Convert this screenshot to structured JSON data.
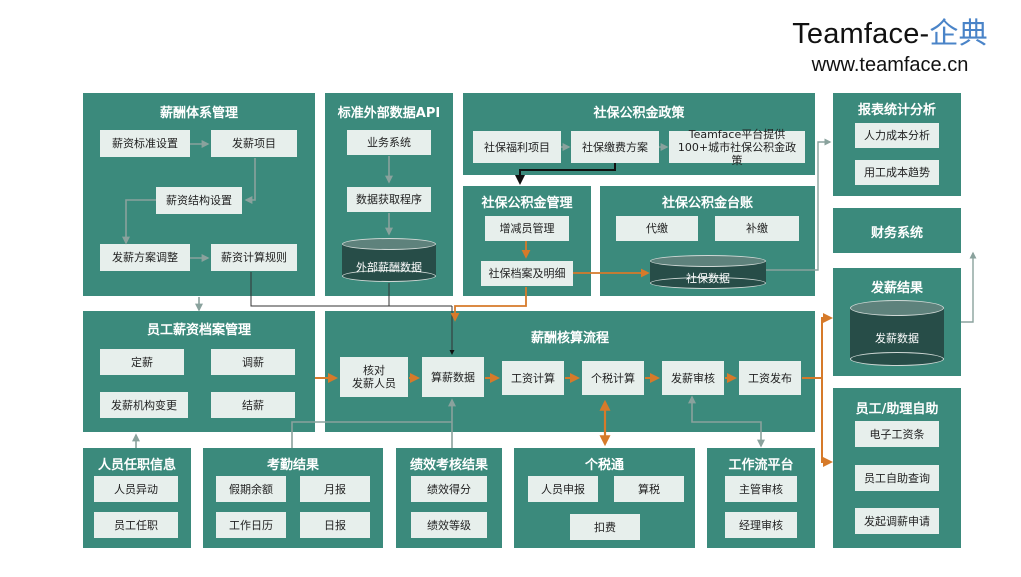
{
  "brand": {
    "title": "Teamface-",
    "title_accent": "企典",
    "url": "www.teamface.cn"
  },
  "salary_system": {
    "title": "薪酬体系管理",
    "standard": "薪资标准设置",
    "items": "发薪项目",
    "structure": "薪资结构设置",
    "plan_adjust": "发薪方案调整",
    "calc_rules": "薪资计算规则"
  },
  "external_api": {
    "title": "标准外部数据API",
    "business": "业务系统",
    "fetch": "数据获取程序",
    "db": "外部薪酬数据"
  },
  "social_policy": {
    "title": "社保公积金政策",
    "welfare": "社保福利项目",
    "plan": "社保缴费方案",
    "cities": "Teamface平台提供100+城市社保公积金政策"
  },
  "social_mgmt": {
    "title": "社保公积金管理",
    "change": "增减员管理",
    "archive": "社保档案及明细"
  },
  "social_ledger": {
    "title": "社保公积金台账",
    "proxy": "代缴",
    "supplement": "补缴",
    "db": "社保数据"
  },
  "reports": {
    "title": "报表统计分析",
    "labor_cost": "人力成本分析",
    "cost_trend": "用工成本趋势"
  },
  "finance": {
    "title": "财务系统"
  },
  "pay_result": {
    "title": "发薪结果",
    "db": "发薪数据"
  },
  "archive": {
    "title": "员工薪资档案管理",
    "fix": "定薪",
    "adjust": "调薪",
    "org_change": "发薪机构变更",
    "settle": "结薪"
  },
  "process": {
    "title": "薪酬核算流程",
    "verify": "核对\n发薪人员",
    "calc_data": "算薪数据",
    "salary_calc": "工资计算",
    "tax_calc": "个税计算",
    "review": "发薪审核",
    "publish": "工资发布"
  },
  "self_service": {
    "title": "员工/助理自助",
    "payslip": "电子工资条",
    "query": "员工自助查询",
    "adjust_req": "发起调薪申请"
  },
  "employment": {
    "title": "人员任职信息",
    "change": "人员异动",
    "position": "员工任职"
  },
  "attendance": {
    "title": "考勤结果",
    "leave": "假期余额",
    "monthly": "月报",
    "workday": "工作日历",
    "daily": "日报"
  },
  "performance": {
    "title": "绩效考核结果",
    "score": "绩效得分",
    "grade": "绩效等级"
  },
  "tax": {
    "title": "个税通",
    "declare": "人员申报",
    "compute": "算税",
    "deduct": "扣费"
  },
  "workflow": {
    "title": "工作流平台",
    "manager": "主管审核",
    "director": "经理审核"
  },
  "colors": {
    "panel": "#3b8a7c",
    "box": "#e7efec",
    "db": "#274d48",
    "orange_arrow": "#d67a2a",
    "gray_arrow": "#8aa29d"
  }
}
